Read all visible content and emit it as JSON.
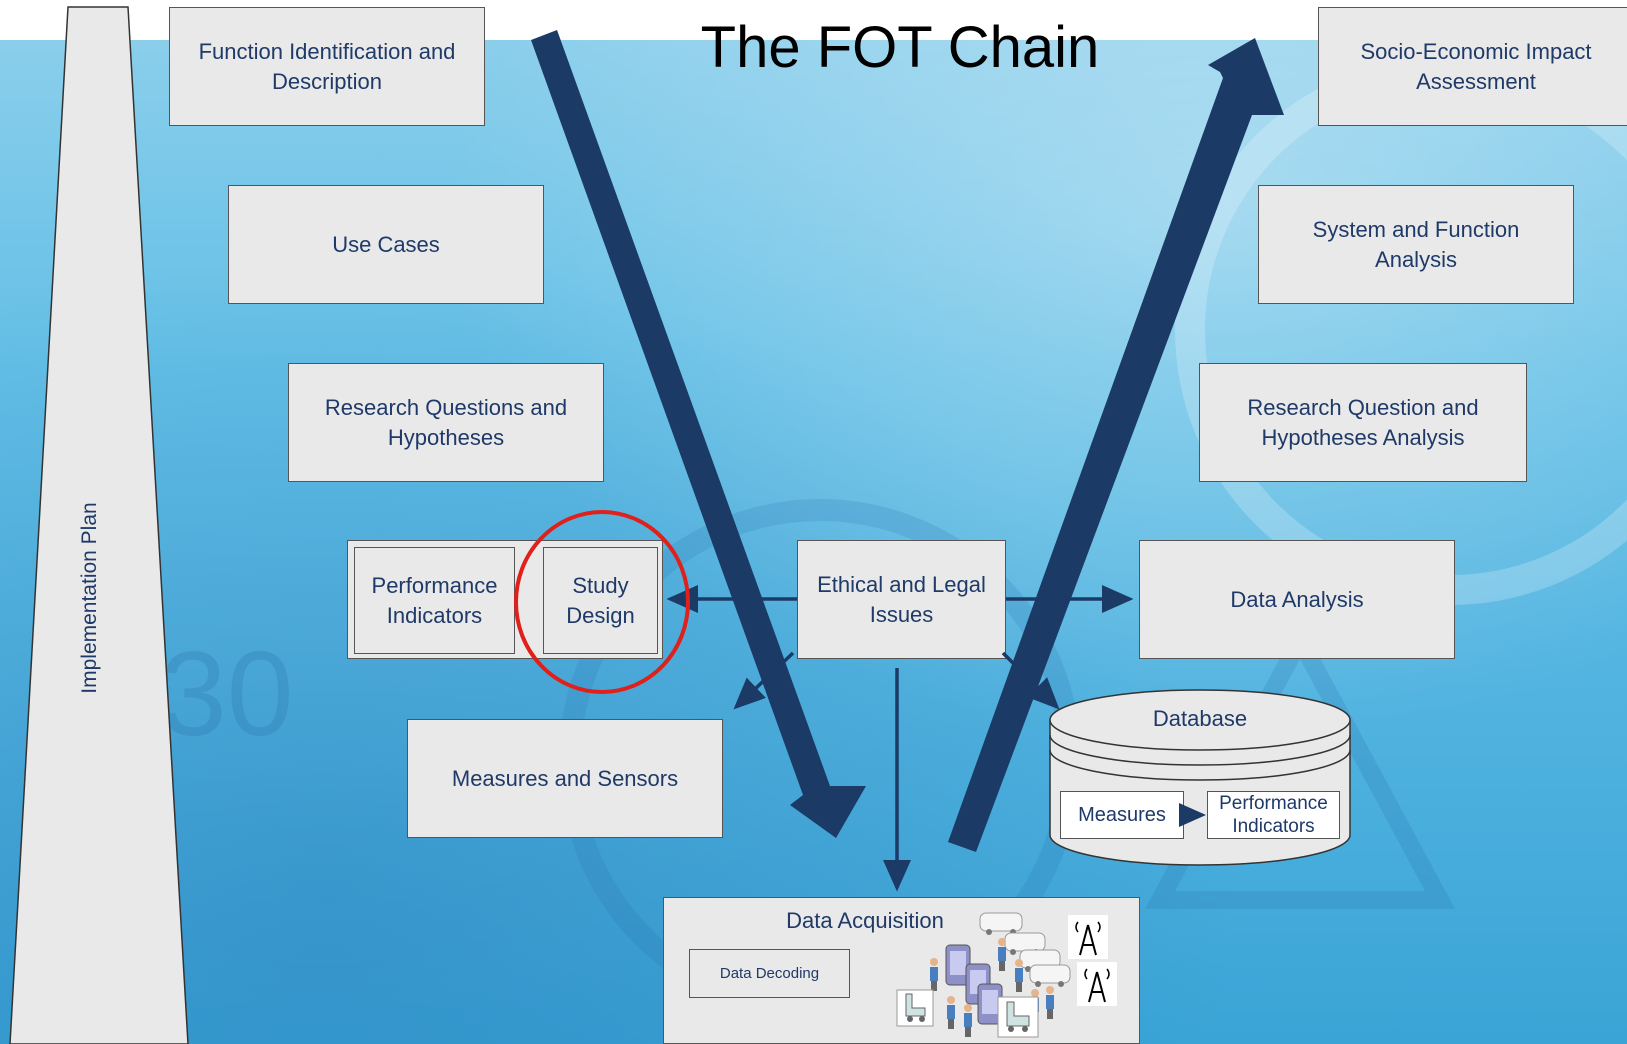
{
  "title": "The FOT Chain",
  "implementation_plan": "Implementation Plan",
  "left_boxes": {
    "function_identification": "Function Identification and Description",
    "use_cases": "Use Cases",
    "research_questions": "Research Questions and Hypotheses",
    "performance_indicators": "Performance Indicators",
    "study_design": "Study Design",
    "measures_sensors": "Measures and Sensors"
  },
  "center_boxes": {
    "ethical_legal": "Ethical and Legal Issues",
    "data_acquisition": "Data Acquisition",
    "data_decoding": "Data Decoding"
  },
  "right_boxes": {
    "socio_economic": "Socio-Economic Impact Assessment",
    "system_function": "System and Function Analysis",
    "rq_analysis": "Research Question and Hypotheses Analysis",
    "data_analysis": "Data Analysis"
  },
  "database": {
    "label": "Database",
    "measures": "Measures",
    "performance_indicators": "Performance Indicators"
  },
  "colors": {
    "arrow": "#1b3a66",
    "highlight_circle": "#e0201b",
    "box_fill": "#e9e9e9",
    "text": "#1f3a68"
  },
  "icons": [
    "car-icon",
    "person-icon",
    "phone-icon",
    "truck-icon",
    "antenna-icon"
  ]
}
